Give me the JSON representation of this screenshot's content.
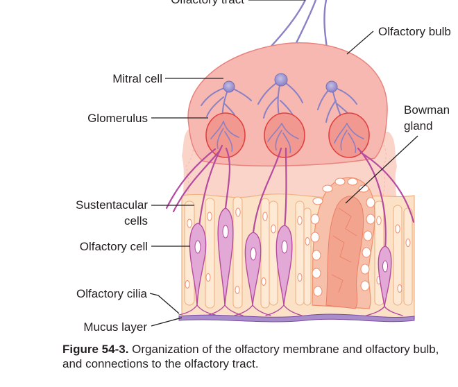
{
  "labels": {
    "olfactory_tract": "Olfactory tract",
    "olfactory_bulb": "Olfactory bulb",
    "mitral_cell": "Mitral cell",
    "glomerulus": "Glomerulus",
    "bowman_line1": "Bowman",
    "bowman_line2": "gland",
    "sustentacular_line1": "Sustentacular",
    "sustentacular_line2": "cells",
    "olfactory_cell": "Olfactory cell",
    "olfactory_cilia": "Olfactory cilia",
    "mucus_layer": "Mucus layer"
  },
  "caption": {
    "number": "Figure 54-3.",
    "text": "Organization of the olfactory membrane and olfactory bulb, and connections to the olfactory tract."
  },
  "colors": {
    "bulb_fill": "#f6b8b1",
    "bulb_stroke": "#e8837e",
    "glomerulus_fill": "#f19891",
    "glomerulus_stroke": "#e0413f",
    "neuron": "#8a80c4",
    "axon": "#b54a9f",
    "epithelium_fill": "#fbe1c6",
    "cell_outline": "#f0b182",
    "olfactory_cell_fill": "#e2a9d6",
    "gland_fill": "#f7c0aa",
    "mucus": "#7a4a9e",
    "text": "#231f20"
  }
}
